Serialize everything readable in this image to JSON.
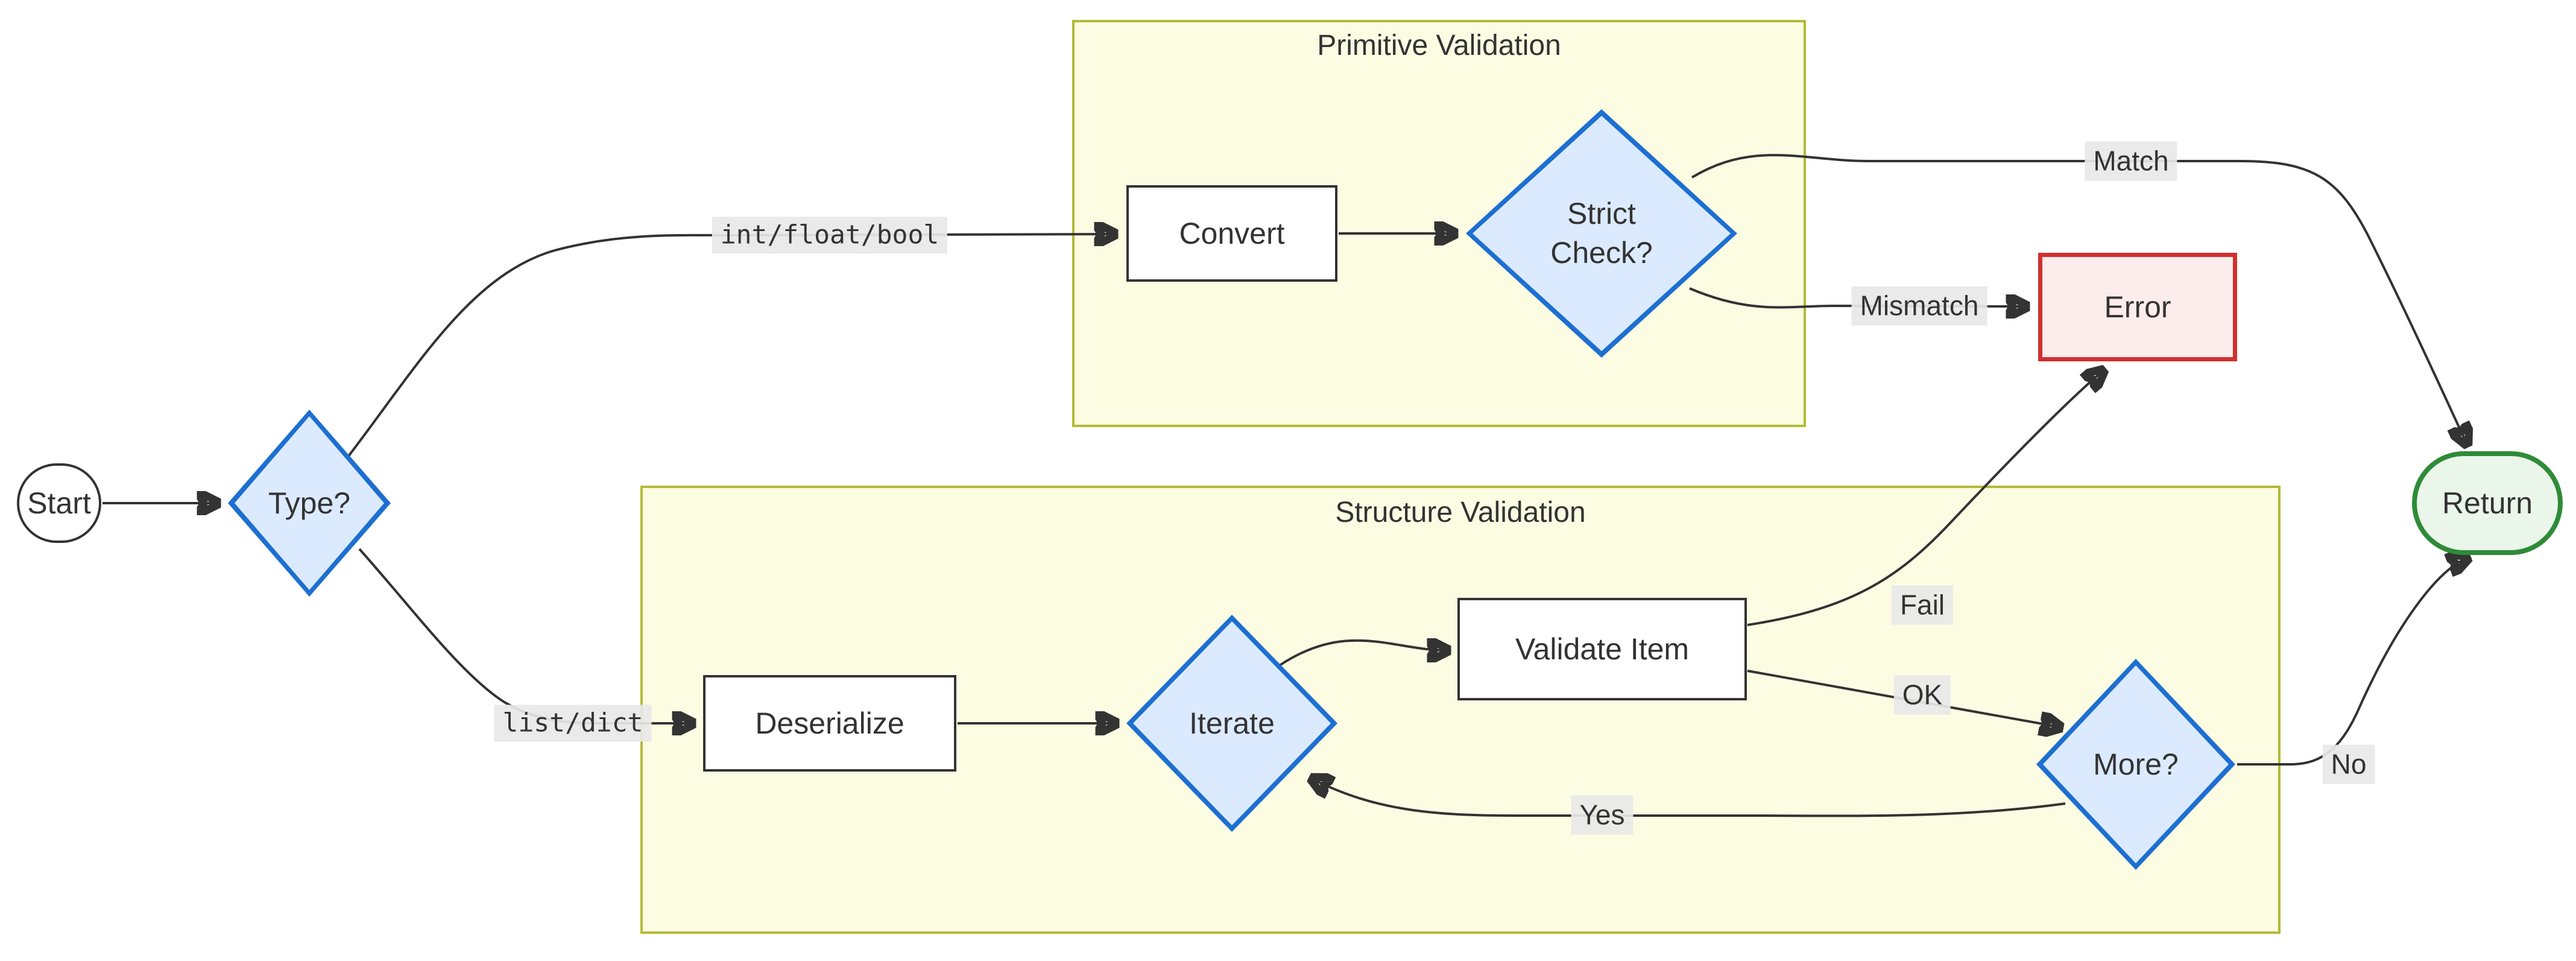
{
  "diagram": {
    "kind": "flowchart",
    "direction": "left-to-right"
  },
  "subgraphs": [
    {
      "title": "Primitive Validation"
    },
    {
      "title": "Structure Validation"
    }
  ],
  "nodes": {
    "start": {
      "label": "Start",
      "shape": "stadium"
    },
    "type": {
      "label": "Type?",
      "shape": "diamond"
    },
    "convert": {
      "label": "Convert",
      "shape": "rect",
      "subgraph": "Primitive Validation"
    },
    "strict": {
      "label": "Strict Check?",
      "shape": "diamond",
      "subgraph": "Primitive Validation"
    },
    "deserialize": {
      "label": "Deserialize",
      "shape": "rect",
      "subgraph": "Structure Validation"
    },
    "iterate": {
      "label": "Iterate",
      "shape": "diamond",
      "subgraph": "Structure Validation"
    },
    "validate_item": {
      "label": "Validate Item",
      "shape": "rect",
      "subgraph": "Structure Validation"
    },
    "more": {
      "label": "More?",
      "shape": "diamond",
      "subgraph": "Structure Validation"
    },
    "error": {
      "label": "Error",
      "shape": "rect-red"
    },
    "return": {
      "label": "Return",
      "shape": "stadium-green"
    }
  },
  "edges": [
    {
      "from": "Start",
      "to": "Type?",
      "label": ""
    },
    {
      "from": "Type?",
      "to": "Convert",
      "label": "int/float/bool",
      "label_style": "mono"
    },
    {
      "from": "Convert",
      "to": "Strict Check?",
      "label": ""
    },
    {
      "from": "Strict Check?",
      "to": "Return",
      "label": "Match"
    },
    {
      "from": "Strict Check?",
      "to": "Error",
      "label": "Mismatch"
    },
    {
      "from": "Type?",
      "to": "Deserialize",
      "label": "list/dict",
      "label_style": "mono"
    },
    {
      "from": "Deserialize",
      "to": "Iterate",
      "label": ""
    },
    {
      "from": "Iterate",
      "to": "Validate Item",
      "label": ""
    },
    {
      "from": "Validate Item",
      "to": "Error",
      "label": "Fail"
    },
    {
      "from": "Validate Item",
      "to": "More?",
      "label": "OK"
    },
    {
      "from": "More?",
      "to": "Iterate",
      "label": "Yes"
    },
    {
      "from": "More?",
      "to": "Return",
      "label": "No"
    }
  ],
  "colors": {
    "background": "#ffffff",
    "edge": "#333333",
    "text": "#333333",
    "subgraph_fill": "#fcfce3",
    "subgraph_border": "#b3ba35",
    "process_fill": "#ffffff",
    "process_border": "#333333",
    "decision_fill": "#dbeafe",
    "decision_border": "#1d6fd1",
    "error_fill": "#fdecec",
    "error_border": "#d03030",
    "return_fill": "#eaf6ea",
    "return_border": "#2e8b37",
    "edge_label_bg": "#e8e8e8"
  }
}
